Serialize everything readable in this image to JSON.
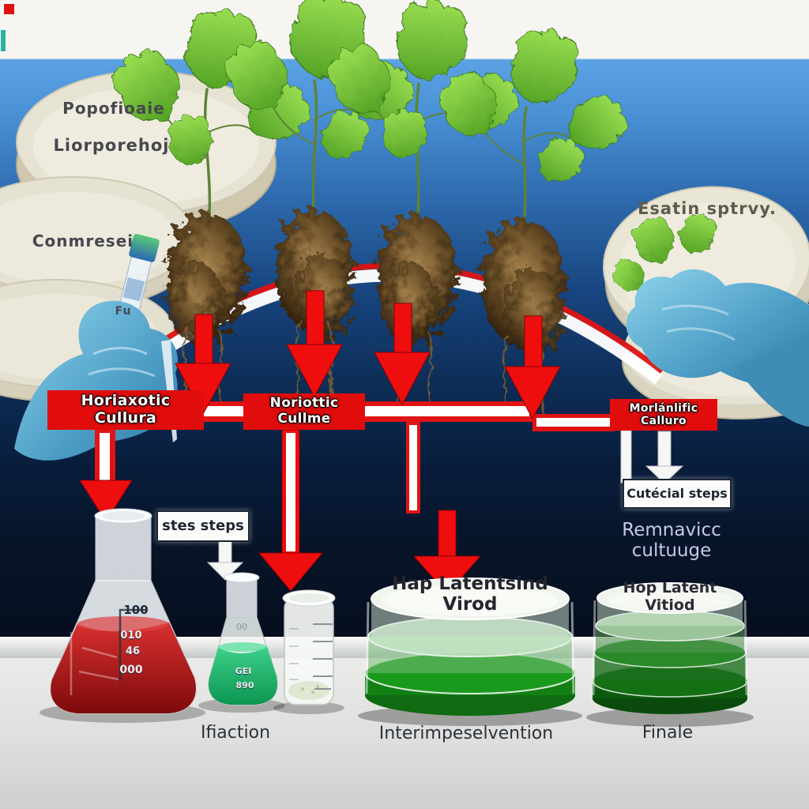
{
  "labels": {
    "dish1_line1": "Popofioaie",
    "dish1_line2": "Liorporehoj",
    "dish2": "Conmresei",
    "dish3": "Fu",
    "red_left": "Horiaxotic Cullura",
    "red_mid": "Noriottic Cullme",
    "red_right": "Morlánlific Calluro",
    "steps_left": "stes steps",
    "steps_right": "Cutécial steps",
    "right_note": "Remnavicc cultuuge",
    "dish_right_top": "Esatin sptrvy.",
    "stack_mid": "Hap Latentsind Virod",
    "stack_right": "Hop Latent Vitiod",
    "bottom_left": "Ifiaction",
    "bottom_mid": "Interimpeselvention",
    "bottom_right": "Finale"
  },
  "flask": {
    "main_grad": "100",
    "mark1": "010",
    "mark2": "46",
    "mark3": "000"
  },
  "green_flask": {
    "mark1": "00",
    "mark2": "GEI",
    "mark3": "890"
  },
  "colors": {
    "label_red": "#e10d0d",
    "arrow_red": "#ee0e0e",
    "media_green": "#1b9b1d",
    "liquid_red": "#b81414",
    "liquid_green": "#25c07a",
    "glove_blue": "#57b0d6",
    "sky_top": "#5ba2e4",
    "sky_dark": "#060e1e"
  }
}
